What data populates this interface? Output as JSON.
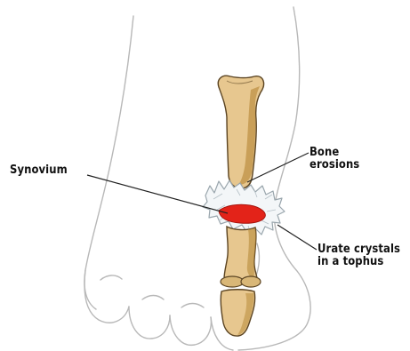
{
  "labels": {
    "synovium": "Synovium",
    "bone_erosions": [
      "Bone",
      "erosions"
    ],
    "urate_crystals": [
      "Urate crystals",
      "in a tophus"
    ]
  },
  "colors": {
    "background": "#ffffff",
    "foot_outline": "#b8b8b8",
    "bone_fill": "#e7c78f",
    "bone_shadow": "#b88b3a",
    "bone_outline": "#5b4422",
    "tophus_fill": "#f3f6f8",
    "tophus_outline": "#9aa6ad",
    "synovium": "#e32319",
    "leader_line": "#222222"
  },
  "icons": {
    "bone": "bone-illustration",
    "tophus": "urate-crystal-cluster",
    "synovium": "inflamed-synovium"
  }
}
